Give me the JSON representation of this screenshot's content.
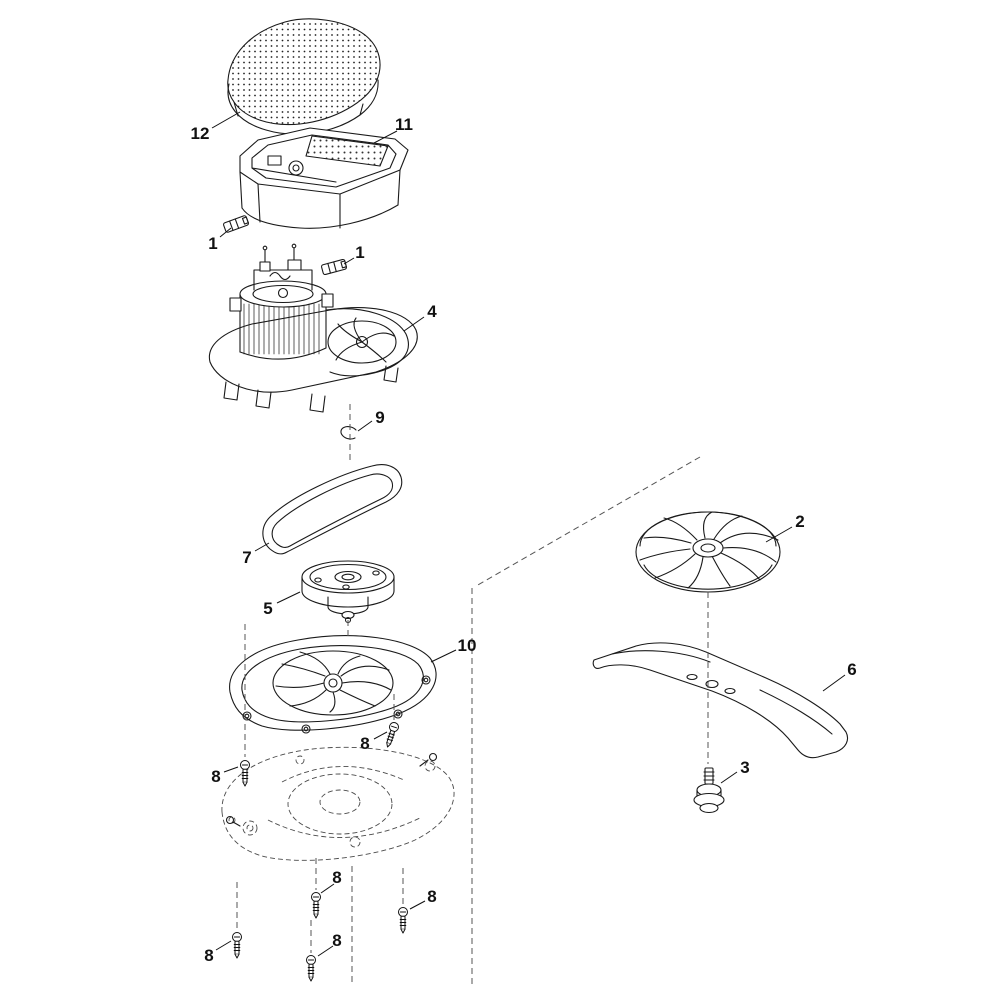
{
  "page": {
    "background": "#ffffff"
  },
  "callouts": {
    "c12": "12",
    "c11": "11",
    "c1a": "1",
    "c1b": "1",
    "c4": "4",
    "c9": "9",
    "c7": "7",
    "c5": "5",
    "c10": "10",
    "c2": "2",
    "c6": "6",
    "c3": "3",
    "c8a": "8",
    "c8b": "8",
    "c8c": "8",
    "c8d": "8",
    "c8e": "8",
    "c8f": "8"
  }
}
